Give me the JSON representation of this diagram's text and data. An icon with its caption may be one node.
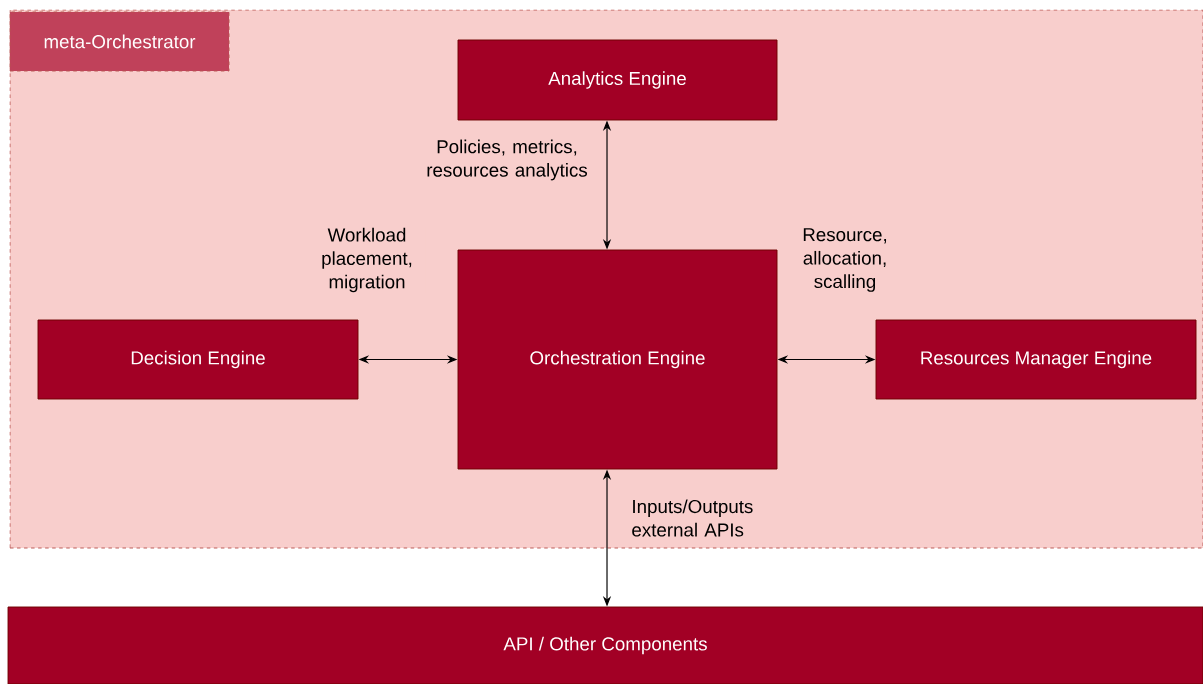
{
  "diagram": {
    "nodes": [
      {
        "text": [
          "meta-Orchestrator"
        ]
      },
      {
        "text": [
          "Analytics Engine"
        ],
        "in": 0
      },
      {
        "text": [
          "Decision Engine"
        ],
        "in": 0
      },
      {
        "text": [
          "Orchestration Engine"
        ],
        "in": 0
      },
      {
        "text": [
          "Resources Manager Engine"
        ],
        "in": 0
      },
      {
        "text": [
          "API / Other Components"
        ]
      }
    ],
    "edges": [
      {
        "from": 1,
        "to": 3,
        "arrow": "both",
        "label": "Policies, metrics, resources analytics"
      },
      {
        "from": 2,
        "to": 3,
        "arrow": "both",
        "label": "Workload placement, migration"
      },
      {
        "from": 3,
        "to": 4,
        "arrow": "both",
        "label": "Resource, allocation, scalling"
      },
      {
        "from": 3,
        "to": 5,
        "arrow": "both",
        "label": "Inputs/Outputs external APIs"
      }
    ]
  }
}
